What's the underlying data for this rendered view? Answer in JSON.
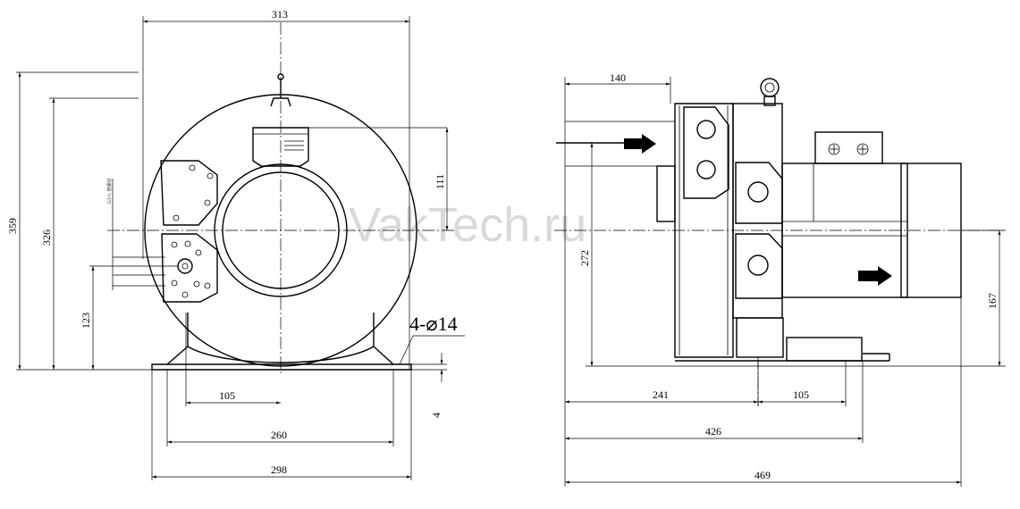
{
  "watermark": "VakTech.ru",
  "front_view": {
    "dimensions": {
      "overall_width": "313",
      "height_total": "359",
      "height_upper": "326",
      "inlet_offset": "111",
      "port_height": "123",
      "foot_half_spacing": "105",
      "foot_hole_spacing": "260",
      "base_width": "298",
      "base_thickness": "4"
    },
    "hole_callout": "4-⌀14",
    "small_label": "G1½ 管螺纹"
  },
  "side_view": {
    "dimensions": {
      "top_length": "140",
      "inlet_height": "272",
      "outlet_height": "167",
      "to_foot": "241",
      "foot_spacing": "105",
      "overall_base": "426",
      "overall_length": "469"
    }
  }
}
